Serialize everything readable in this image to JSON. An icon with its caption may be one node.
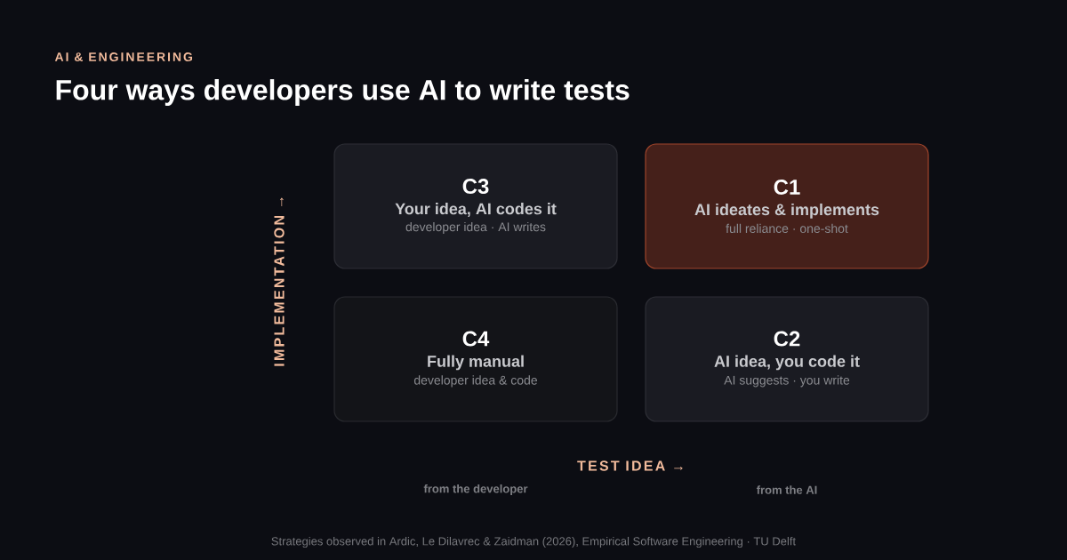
{
  "diagram": {
    "title": "Four ways developers use AI to write tests",
    "caption": "Strategies observed in Ardic, Le Dilavrec & Zaidman (2026), Empirical Software Engineering · TU Delft",
    "nodes": [
      {
        "text": [
          "C3",
          "Your idea, AI codes it",
          "developer idea · AI writes"
        ]
      },
      {
        "text": [
          "C1",
          "AI ideates & implements",
          "full reliance · one-shot"
        ]
      },
      {
        "text": [
          "C4",
          "Fully manual",
          "developer idea & code"
        ]
      },
      {
        "text": [
          "C2",
          "AI idea, you code it",
          "AI suggests · you write"
        ]
      }
    ],
    "labels": [
      "AI & ENGINEERING",
      "IMPLEMENTATION →",
      "TEST IDEA →",
      "from the developer",
      "from the AI"
    ]
  }
}
